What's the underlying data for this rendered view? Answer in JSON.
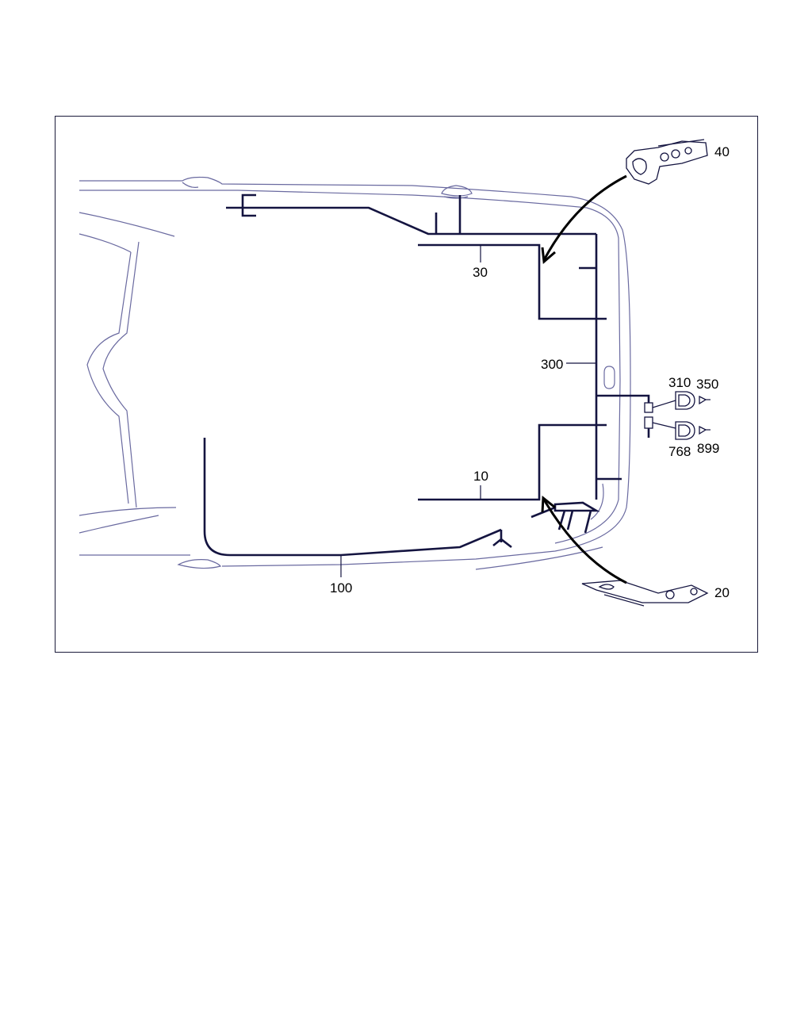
{
  "labels": {
    "bracket_top": "40",
    "bracket_bottom": "20",
    "harness_upper": "30",
    "harness_lower": "10",
    "harness_trunk": "300",
    "harness_side": "100",
    "connector_a": "310",
    "connector_a_pin": "350",
    "connector_b": "768",
    "connector_b_pin": "899"
  },
  "colors": {
    "outline": "#6a6aa0",
    "wire": "#141440",
    "frame": "#1a1a3a"
  }
}
